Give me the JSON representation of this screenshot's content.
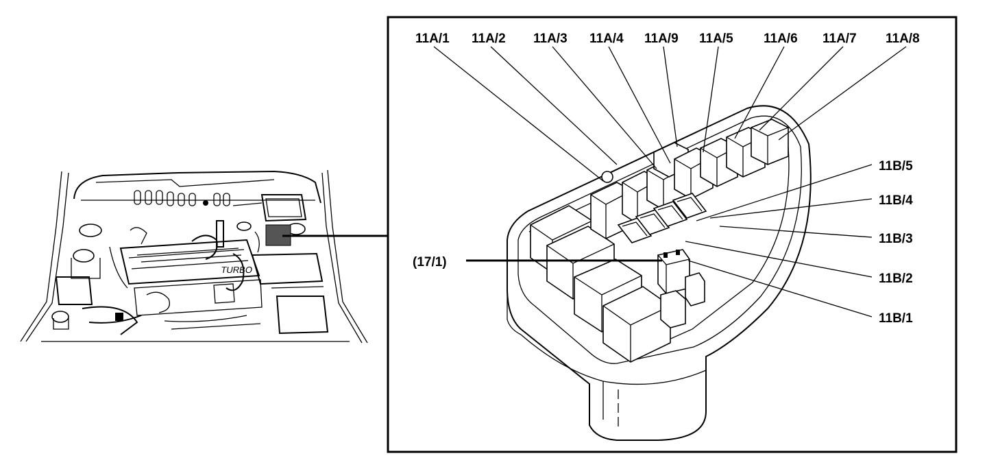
{
  "labels": {
    "top": [
      "11A/1",
      "11A/2",
      "11A/3",
      "11A/4",
      "11A/9",
      "11A/5",
      "11A/6",
      "11A/7",
      "11A/8"
    ],
    "right": [
      "11B/5",
      "11B/4",
      "11B/3",
      "11B/2",
      "11B/1"
    ],
    "left": "(17/1)",
    "engine_badge": "TURBO"
  }
}
